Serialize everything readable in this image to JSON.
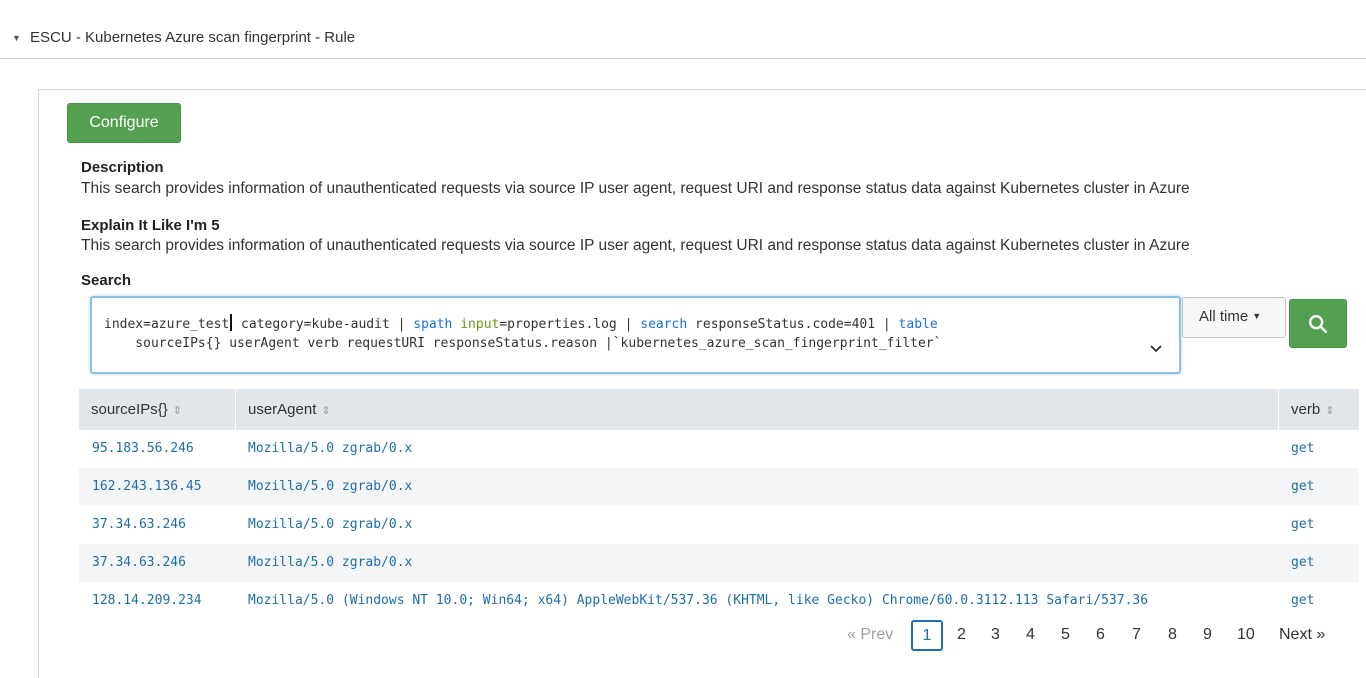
{
  "rule": {
    "title": "ESCU - Kubernetes Azure scan fingerprint - Rule",
    "collapse_icon": "triangle-down-icon"
  },
  "configure_label": "Configure",
  "description": {
    "heading": "Description",
    "text": "This search provides information of unauthenticated requests via source IP user agent, request URI and response status data against Kubernetes cluster in Azure"
  },
  "eli5": {
    "heading": "Explain It Like I'm 5",
    "text": "This search provides information of unauthenticated requests via source IP user agent, request URI and response status data against Kubernetes cluster in Azure"
  },
  "search": {
    "heading": "Search",
    "query_line1": {
      "t1": "index=azure_test",
      "t2": " category=kube-audit | ",
      "k_spath": "spath",
      "t3": " ",
      "k_input": "input",
      "t4": "=properties.log | ",
      "k_search": "search",
      "t5": " responseStatus.code=401 | ",
      "k_table": "table"
    },
    "query_line2": "    sourceIPs{} userAgent verb requestURI responseStatus.reason |`kubernetes_azure_scan_fingerprint_filter`",
    "time_range": "All time",
    "colors": {
      "accent_green": "#53a051",
      "link_blue": "#1e6ea7"
    }
  },
  "table": {
    "columns": [
      {
        "label": "sourceIPs{}",
        "sort_icon": "sort-icon"
      },
      {
        "label": "userAgent",
        "sort_icon": "sort-icon"
      },
      {
        "label": "verb",
        "sort_icon": "sort-icon"
      }
    ],
    "rows": [
      {
        "ip": "95.183.56.246",
        "agent": "Mozilla/5.0 zgrab/0.x",
        "verb": "get"
      },
      {
        "ip": "162.243.136.45",
        "agent": "Mozilla/5.0 zgrab/0.x",
        "verb": "get"
      },
      {
        "ip": "37.34.63.246",
        "agent": "Mozilla/5.0 zgrab/0.x",
        "verb": "get"
      },
      {
        "ip": "37.34.63.246",
        "agent": "Mozilla/5.0 zgrab/0.x",
        "verb": "get"
      },
      {
        "ip": "128.14.209.234",
        "agent": "Mozilla/5.0 (Windows NT 10.0; Win64; x64) AppleWebKit/537.36 (KHTML, like Gecko) Chrome/60.0.3112.113 Safari/537.36",
        "verb": "get"
      }
    ]
  },
  "pagination": {
    "prev": "« Prev",
    "pages": [
      "1",
      "2",
      "3",
      "4",
      "5",
      "6",
      "7",
      "8",
      "9",
      "10"
    ],
    "current": "1",
    "next": "Next »"
  }
}
